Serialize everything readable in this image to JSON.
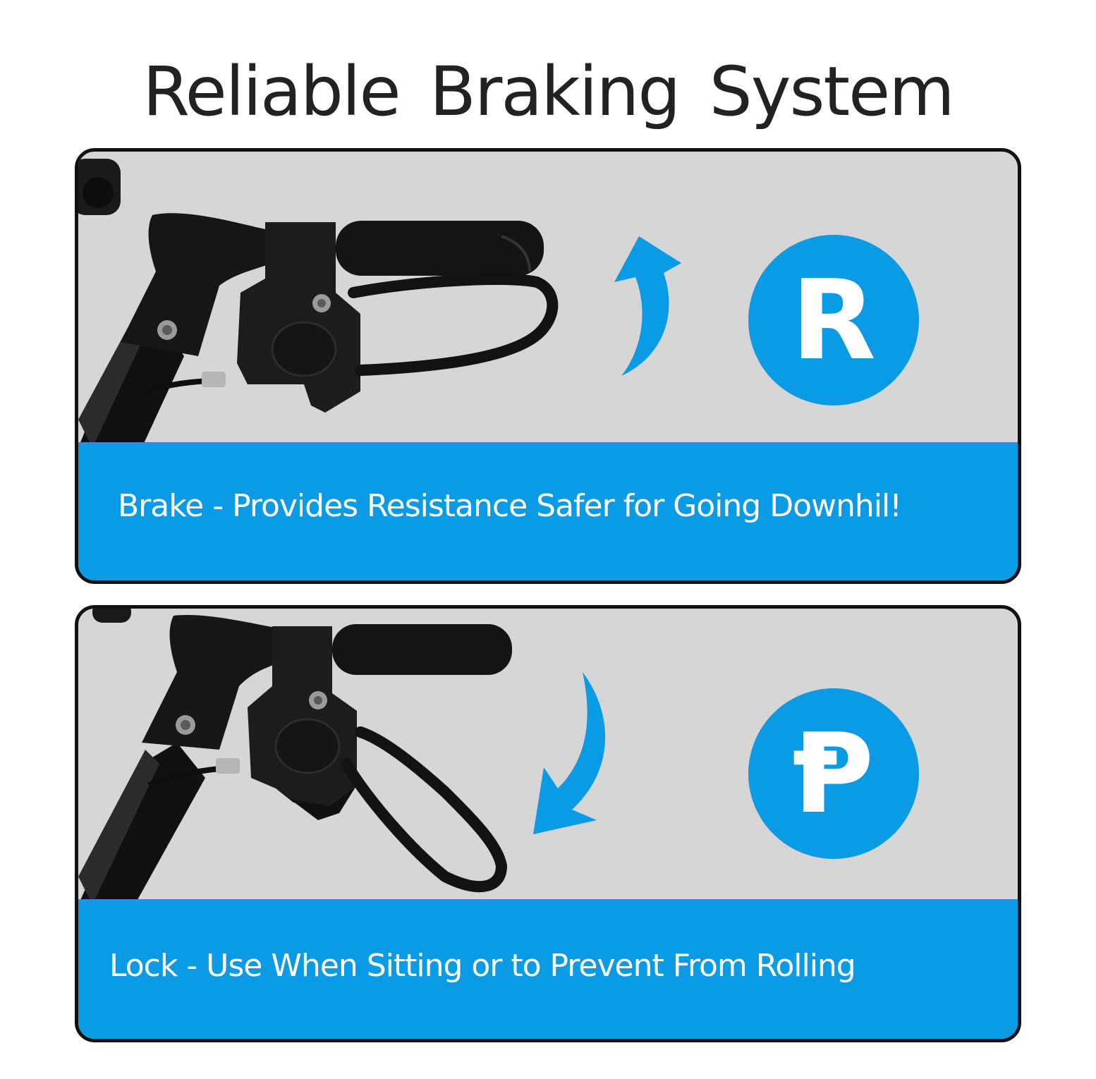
{
  "title": "Reliable Braking System",
  "colors": {
    "accent": "#0a9be4",
    "panel_bg": "#d6d6d6",
    "border": "#111111",
    "title_text": "#222222"
  },
  "panels": [
    {
      "mode": "brake",
      "badge_letter": "R",
      "arrow": "curved-arrow-up-icon",
      "caption": "Brake - Provides Resistance Safer for Going Downhil!"
    },
    {
      "mode": "lock",
      "badge_letter": "Ᵽ",
      "arrow": "curved-arrow-down-icon",
      "caption": "Lock - Use When Sitting or to Prevent From Rolling"
    }
  ]
}
